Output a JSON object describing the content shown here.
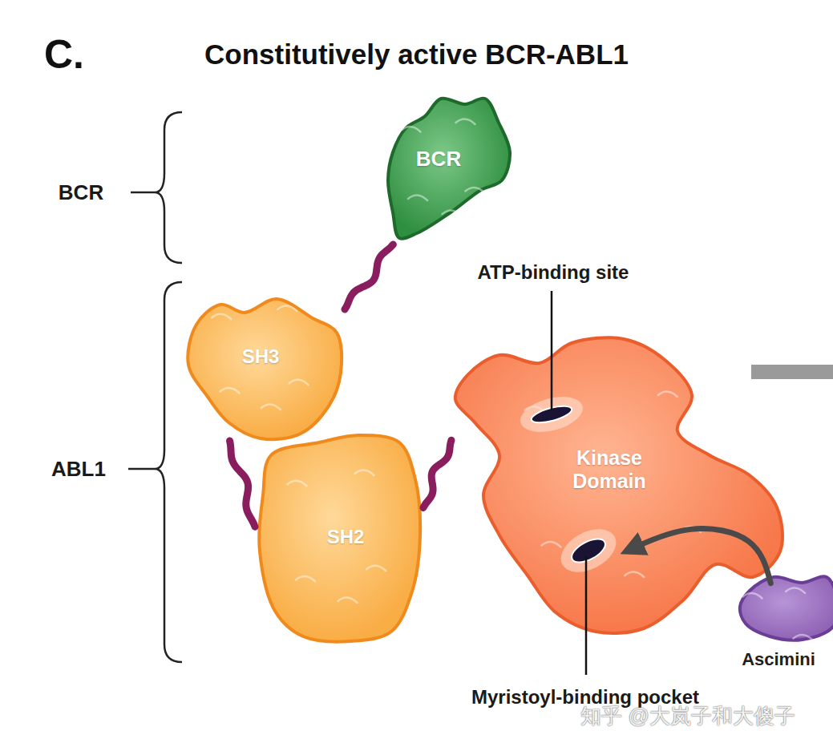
{
  "diagram": {
    "title": "Constitutively active BCR-ABL1",
    "nodes": [
      {
        "text": [
          "BCR"
        ]
      },
      {
        "text": [
          "SH3"
        ]
      },
      {
        "text": [
          "SH2"
        ]
      },
      {
        "text": [
          "Kinase Domain"
        ]
      },
      {
        "text": [
          "Ascimini"
        ]
      }
    ],
    "edges": [
      {
        "from": 0,
        "to": 1,
        "arrow": "none"
      },
      {
        "from": 1,
        "to": 2,
        "arrow": "none"
      },
      {
        "from": 2,
        "to": 3,
        "arrow": "none"
      },
      {
        "from": 4,
        "to": 3,
        "arrow": "to"
      }
    ],
    "labels": [
      "C.",
      "BCR",
      "ABL1",
      "ATP-binding site",
      "Myristoyl-binding pocket",
      "知乎 @大岚子和大傻子"
    ]
  }
}
